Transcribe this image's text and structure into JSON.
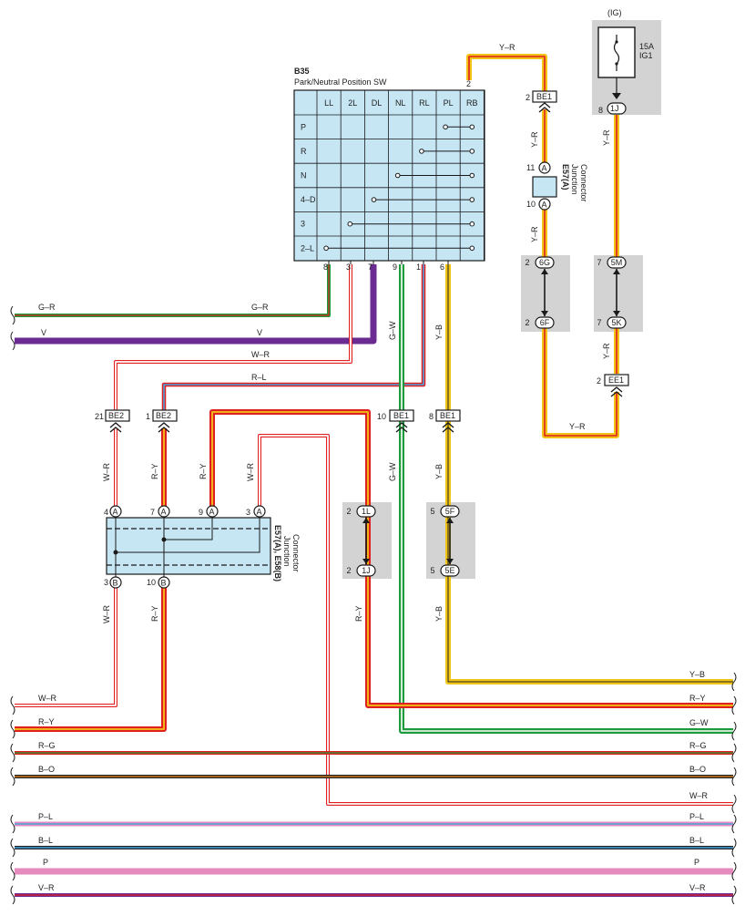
{
  "component": {
    "code": "B35",
    "name": "Park/Neutral Position SW",
    "columns": [
      "LL",
      "2L",
      "DL",
      "NL",
      "RL",
      "PL",
      "RB"
    ],
    "rows": [
      "P",
      "R",
      "N",
      "4–D",
      "3",
      "2–L"
    ],
    "input_pin": "2",
    "output_pins": [
      "8",
      "3",
      "7",
      "9",
      "1",
      "6"
    ]
  },
  "fuse": {
    "source": "(IG)",
    "rating": "15A",
    "name": "IG1",
    "pin": "8",
    "terminal": "1J"
  },
  "junction_top": {
    "code": "E57(A)",
    "name1": "Junction",
    "name2": "Connector",
    "pin_in": "11",
    "pin_out": "10",
    "letter": "A"
  },
  "junction_main": {
    "code": "E57(A), E58(B)",
    "name1": "Junction",
    "name2": "Connector",
    "top_pins": [
      "4",
      "7",
      "9",
      "3"
    ],
    "bottom_pins": [
      "3",
      "10"
    ],
    "top_letter": "A",
    "bottom_letter": "B"
  },
  "connectors": {
    "be1_top_pin": "2",
    "be1_top": "BE1",
    "ee1_pin": "2",
    "ee1": "EE1",
    "be2_pin": "21",
    "be2": "BE2",
    "be2b_pin": "1",
    "be2b": "BE2",
    "be1a_pin": "10",
    "be1a": "BE1",
    "be1b_pin": "8",
    "be1b": "BE1"
  },
  "inline_pairs": {
    "p6g_pin": "2",
    "p6g": "6G",
    "p6f_pin": "2",
    "p6f": "6F",
    "p5m_pin": "7",
    "p5m": "5M",
    "p5k_pin": "7",
    "p5k": "5K",
    "p1l_pin": "2",
    "p1l": "1L",
    "p1j_pin": "2",
    "p1j": "1J",
    "p5f_pin": "5",
    "p5f": "5F",
    "p5e_pin": "5",
    "p5e": "5E"
  },
  "wire_labels": {
    "yr": "Y–R",
    "gr": "G–R",
    "v": "V",
    "wr": "W–R",
    "rl": "R–L",
    "gw": "G–W",
    "yb": "Y–B",
    "ry": "R–Y",
    "rg": "R–G",
    "bo": "B–O",
    "pl": "P–L",
    "bl": "B–L",
    "p": "P",
    "vr": "V–R"
  }
}
